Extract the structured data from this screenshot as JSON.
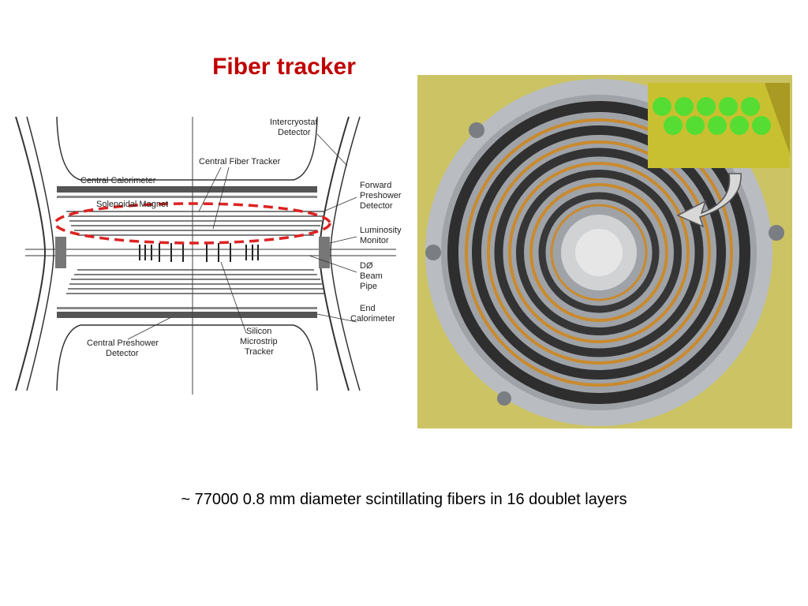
{
  "slide": {
    "title": "Fiber tracker",
    "caption": "~ 77000 0.8 mm diameter scintillating fibers in 16 doublet layers"
  },
  "diagram": {
    "labels": {
      "intercryostat_1": "Intercryostat",
      "intercryostat_2": "Detector",
      "central_fiber_tracker": "Central Fiber Tracker",
      "central_calorimeter": "Central Calorimeter",
      "solenoidal_magnet": "Solenoidal Magnet",
      "forward_preshower_1": "Forward",
      "forward_preshower_2": "Preshower",
      "forward_preshower_3": "Detector",
      "luminosity_1": "Luminosity",
      "luminosity_2": "Monitor",
      "d0_1": "DØ",
      "d0_2": "Beam",
      "d0_3": "Pipe",
      "end_cal_1": "End",
      "end_cal_2": "Calorimeter",
      "silicon_1": "Silicon",
      "silicon_2": "Microstrip",
      "silicon_3": "Tracker",
      "central_preshower_1": "Central Preshower",
      "central_preshower_2": "Detector"
    },
    "highlight_color": "#dd2222"
  },
  "photo": {
    "inset_fiber_color": "#55dd33",
    "frame_color": "#e8e040"
  }
}
